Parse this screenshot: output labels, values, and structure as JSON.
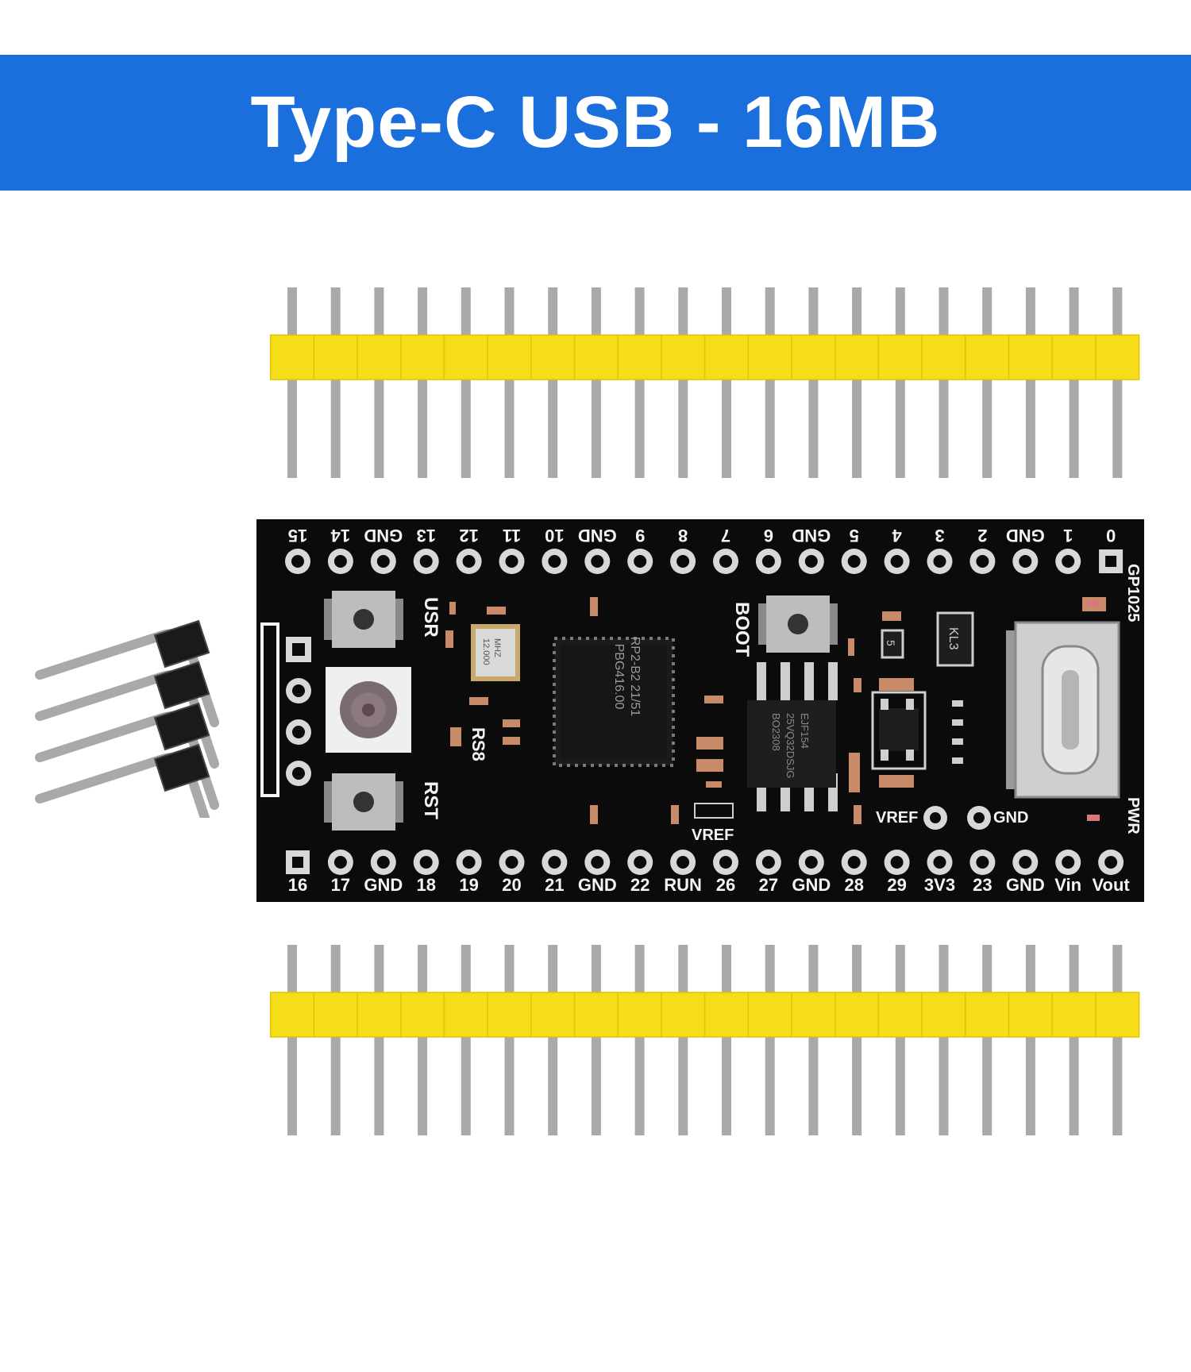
{
  "banner": {
    "title": "Type-C USB - 16MB",
    "color": "#1a6fdc"
  },
  "board": {
    "top_pin_labels": [
      "15",
      "14",
      "GND",
      "13",
      "12",
      "11",
      "10",
      "GND",
      "9",
      "8",
      "7",
      "6",
      "GND",
      "5",
      "4",
      "3",
      "2",
      "GND",
      "1",
      "0"
    ],
    "bottom_pin_labels": [
      "16",
      "17",
      "GND",
      "18",
      "19",
      "20",
      "21",
      "GND",
      "22",
      "RUN",
      "26",
      "27",
      "GND",
      "28",
      "29",
      "3V3",
      "23",
      "GND",
      "Vin",
      "Vout"
    ],
    "silkscreen": {
      "usr": "USR",
      "rst": "RST",
      "rs8": "RS8",
      "boot": "BOOT",
      "vref_left": "VREF",
      "vref_right": "VREF",
      "gnd_right": "GND",
      "gp1025": "GP1025",
      "pwr": "PWR"
    },
    "mcu_marking": [
      "RP2-B2  21/51",
      "PBG416.00"
    ],
    "flash_marking": [
      "BO2308",
      "25VQ32DSJG",
      "EJF154"
    ],
    "crystal_marking": [
      "12.000",
      "MHZ"
    ],
    "regulator_marking": "KL3",
    "resistor_marking": "5",
    "colors": {
      "pcb": "#0b0b0b",
      "pad": "#d8d8d8",
      "silkscreen": "#f4f4f4",
      "pin_plastic": "#f5dd1a",
      "pin_metal": "#a9a9a9"
    }
  },
  "pin_header_count": 20,
  "right_angle_header_pins": 4
}
